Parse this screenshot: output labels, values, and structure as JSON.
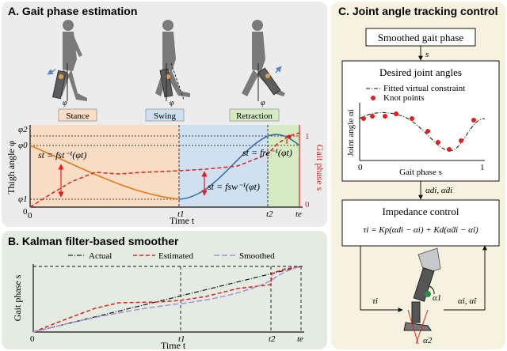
{
  "panelA": {
    "title": "A. Gait phase estimation",
    "phases": [
      "Stance",
      "Swing",
      "Retraction"
    ],
    "y_left_label": "Thigh angle φ",
    "y_right_label": "Gait phase s",
    "x_label": "Time t",
    "y_ticks": {
      "phi2": "φ2",
      "phi0": "φ0",
      "phi1": "φ1",
      "zero": "0"
    },
    "right_ticks": {
      "one": "1",
      "zero": "0"
    },
    "x_ticks": {
      "zero": "0",
      "t1": "t1",
      "t2": "t2",
      "te": "te"
    },
    "eq_stance": "st = fst⁻¹(φt)",
    "eq_swing": "st = fsw⁻¹(φt)",
    "eq_retraction": "st = fre⁻¹(φt)",
    "colors": {
      "stance": "#f9dcc4",
      "swing": "#cfe0f1",
      "retraction": "#d6ebc4",
      "thigh": "#e07a1f",
      "thigh_swing": "#3a6fa8",
      "phase": "#e02020"
    }
  },
  "panelB": {
    "title": "B. Kalman filter-based smoother",
    "legend": [
      "Actual",
      "Estimated",
      "Smoothed"
    ],
    "y_label": "Gait phase s",
    "x_label": "Time t",
    "x_ticks": {
      "zero": "0",
      "t1": "t1",
      "t2": "t2",
      "te": "te"
    },
    "colors": {
      "actual": "#222222",
      "estimated": "#e02020",
      "smoothed": "#a58fd8"
    }
  },
  "panelC": {
    "title": "C. Joint angle tracking control",
    "box_smoothed": "Smoothed gait phase",
    "arrow_s": "s",
    "box_desired_title": "Desired joint angles",
    "legend_fitted": "Fitted virtual constraint",
    "legend_knot": "Knot points",
    "y_label": "Joint angle αi",
    "x_label": "Gait phase s",
    "x_ticks": [
      "0",
      "1"
    ],
    "arrow_desired": "αdi, α̇di",
    "box_impedance_title": "Impedance control",
    "impedance_eq": "τi = Kp(αdi − αi) + Kd(α̇di − α̇i)",
    "tau_label": "τi",
    "feedback_label": "αi, α̇i",
    "alpha1": "α1",
    "alpha2": "α2"
  }
}
